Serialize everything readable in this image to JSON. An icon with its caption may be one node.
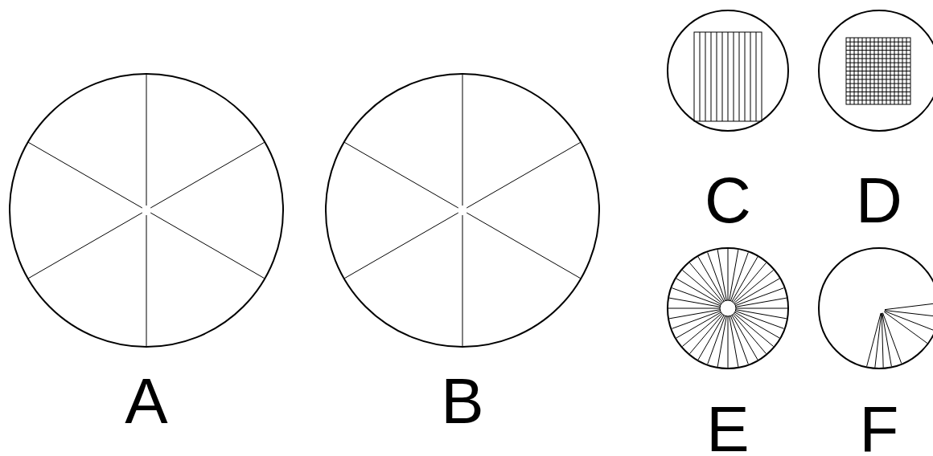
{
  "diagram": {
    "labels": [
      "A",
      "B",
      "C",
      "D",
      "E",
      "F"
    ]
  }
}
